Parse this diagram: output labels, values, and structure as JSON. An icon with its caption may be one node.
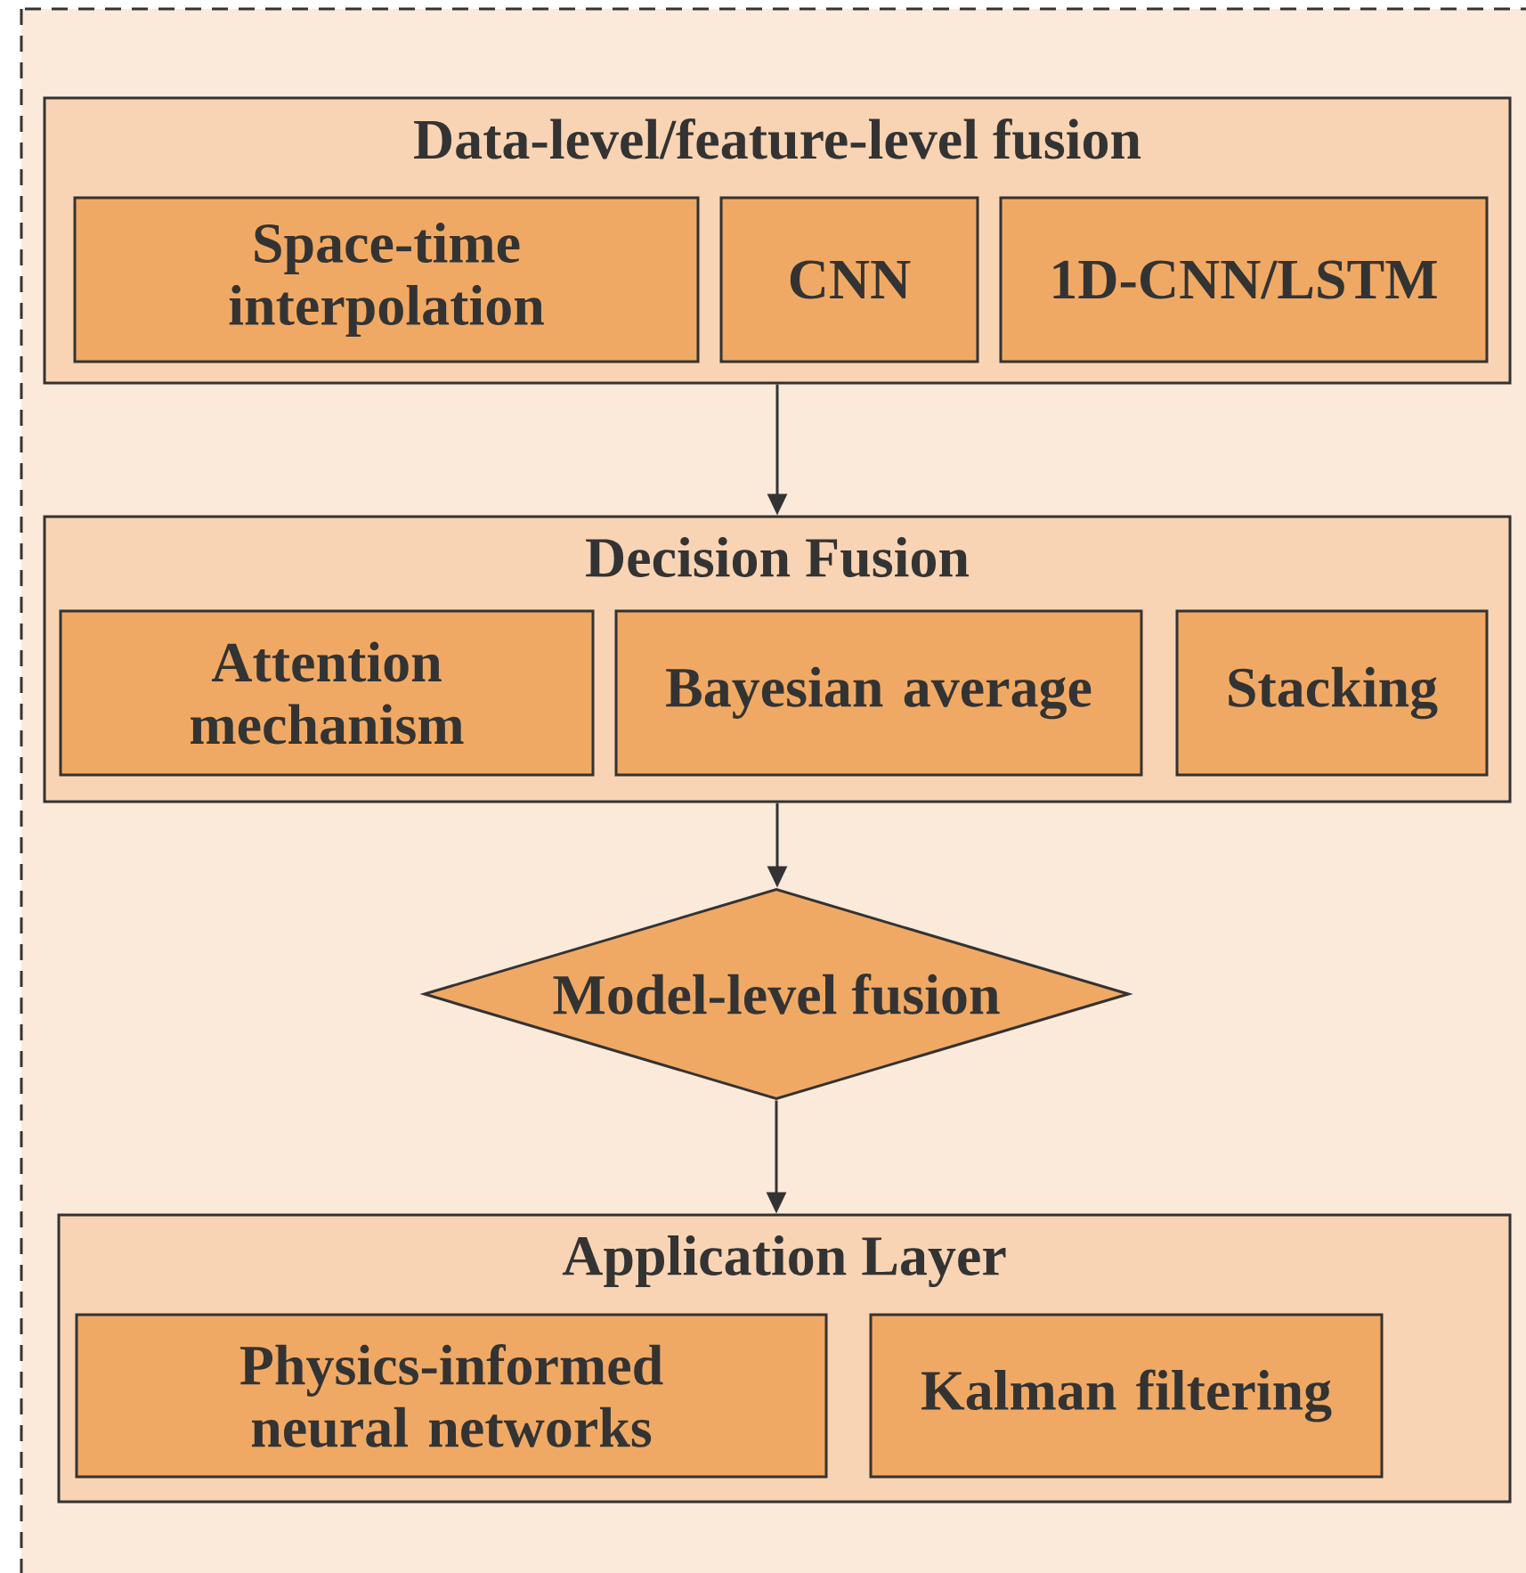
{
  "diagram": {
    "nodes": [
      {
        "text": [
          "Data-level/feature-level fusion"
        ]
      },
      {
        "text": [
          "Space-time interpolation"
        ],
        "in": 0
      },
      {
        "text": [
          "CNN"
        ],
        "in": 0
      },
      {
        "text": [
          "1D-CNN/LSTM"
        ],
        "in": 0
      },
      {
        "text": [
          "Decision Fusion"
        ]
      },
      {
        "text": [
          "Attention mechanism"
        ],
        "in": 4
      },
      {
        "text": [
          "Bayesian average"
        ],
        "in": 4
      },
      {
        "text": [
          "Stacking"
        ],
        "in": 4
      },
      {
        "text": [
          "Model-level fusion"
        ]
      },
      {
        "text": [
          "Application Layer"
        ]
      },
      {
        "text": [
          "Physics-informed neural networks"
        ],
        "in": 9
      },
      {
        "text": [
          "Kalman filtering"
        ],
        "in": 9
      }
    ],
    "edges": [
      {
        "from": 0,
        "to": 4,
        "arrow": "to"
      },
      {
        "from": 4,
        "to": 8,
        "arrow": "to"
      },
      {
        "from": 8,
        "to": 9,
        "arrow": "to"
      }
    ]
  }
}
